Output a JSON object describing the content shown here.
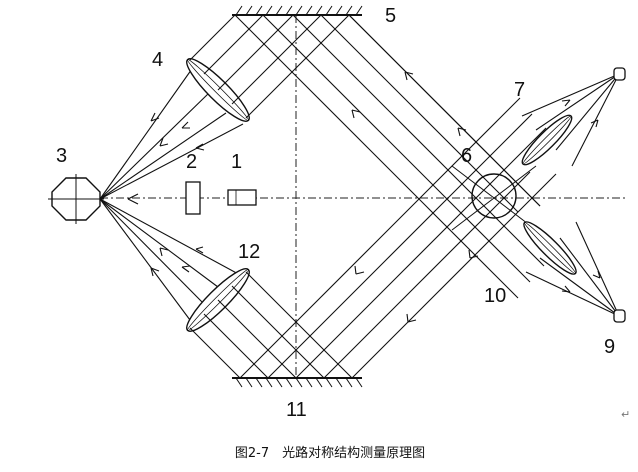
{
  "labels": {
    "l1": "1",
    "l2": "2",
    "l3": "3",
    "l4": "4",
    "l5": "5",
    "l6": "6",
    "l7": "7",
    "l9": "9",
    "l10": "10",
    "l11": "11",
    "l12": "12"
  },
  "caption": "图2-7　光路对称结构测量原理图",
  "return_mark": "↵"
}
